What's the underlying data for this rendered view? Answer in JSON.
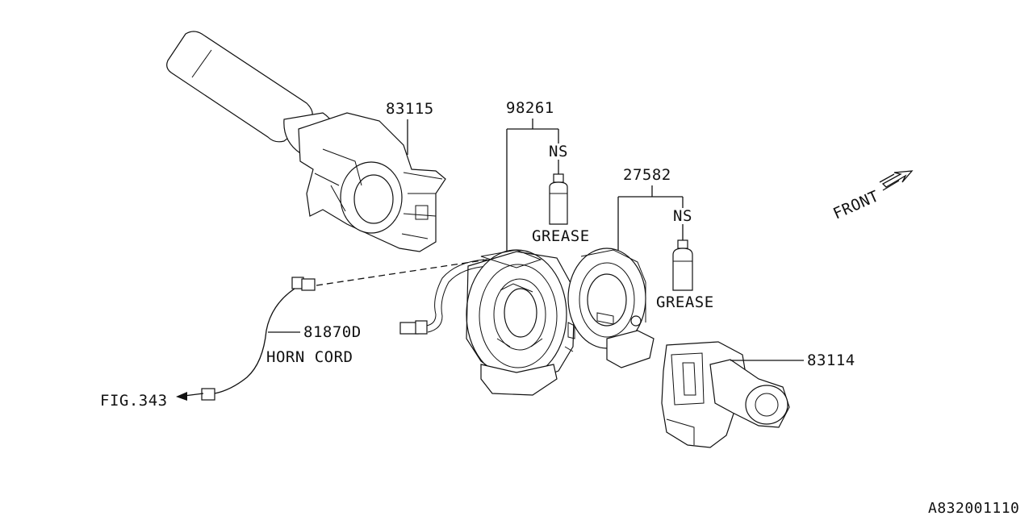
{
  "labels": {
    "p83115": "83115",
    "p98261": "98261",
    "ns1": "NS",
    "grease1": "GREASE",
    "p27582": "27582",
    "ns2": "NS",
    "grease2": "GREASE",
    "front": "FRONT",
    "p81870d": "81870D",
    "horn_cord": "HORN CORD",
    "fig343": "FIG.343",
    "p83114": "83114",
    "diagram_code": "A832001110"
  }
}
